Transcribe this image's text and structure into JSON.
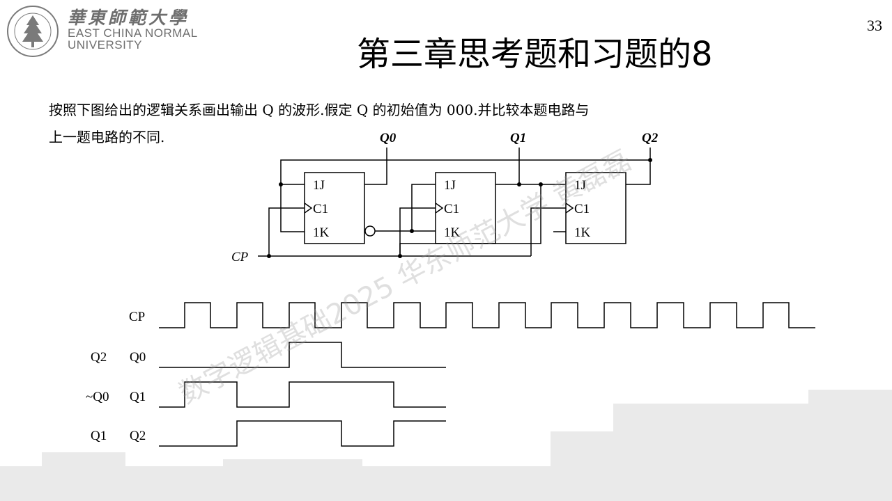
{
  "header": {
    "logo_cn": "華東師範大學",
    "logo_en_line1": "EAST CHINA NORMAL",
    "logo_en_line2": "UNIVERSITY",
    "page_number": "33"
  },
  "slide": {
    "title": "第三章思考题和习题的8",
    "question_line1": "按照下图给出的逻辑关系画出输出 Q 的波形.假定 Q 的初始值为 000.并比较本题电路与",
    "question_line2": "上一题电路的不同."
  },
  "circuit": {
    "q0": "Q0",
    "q1": "Q1",
    "q2": "Q2",
    "cp": "CP",
    "j": "1J",
    "c": "C1",
    "k": "1K"
  },
  "timing": {
    "cp_label": "CP",
    "rows": [
      {
        "left": "Q2",
        "right": "Q0"
      },
      {
        "left": "~Q0",
        "right": "Q1"
      },
      {
        "left": "Q1",
        "right": "Q2"
      }
    ]
  },
  "watermark": "数字逻辑基础2025 华东师范大学 黄磊磊",
  "colors": {
    "logo": "#6e6e6e",
    "line": "#000000"
  }
}
